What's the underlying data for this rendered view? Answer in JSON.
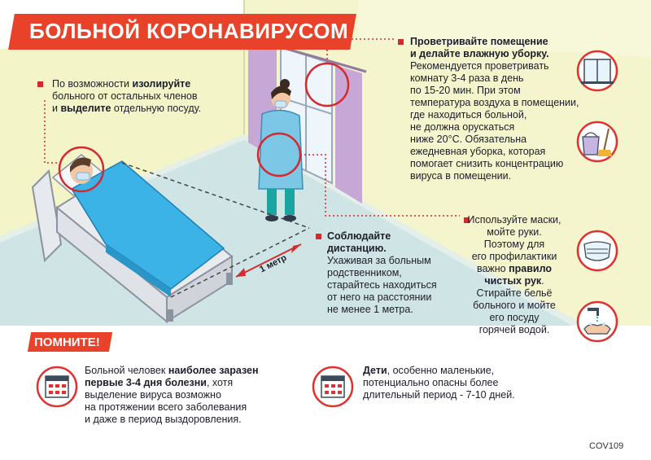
{
  "title": "БОЛЬНОЙ КОРОНАВИРУСОМ",
  "isolate": {
    "pre": "По возможности ",
    "b1": "изолируйте",
    "mid": "больного от остальных членов",
    "and": "и ",
    "b2": "выделите",
    "post": " отдельную посуду."
  },
  "ventilate": {
    "head1": "Проветривайте помещение",
    "head2": "и делайте влажную уборку.",
    "lines": [
      "Рекомендуется проветривать",
      "комнату 3-4 раза в день",
      "по 15-20 мин. При этом",
      "температура воздуха в помещении,",
      "где находиться больной,",
      "не должна оруcкаться",
      "ниже 20°C. Обязательна",
      "ежедневная уборка, которая",
      "помогает снизить концентрацию",
      "вируса в помещении."
    ]
  },
  "masks": {
    "lines": [
      "Используйте маски,",
      "мойте руки.",
      "Поэтому для",
      "его профилактики",
      "важно "
    ],
    "b1": "правило",
    "b2": "чистых рук",
    "after_b2": ".",
    "tail": [
      "Стирайте бельё",
      "больного и мойте",
      "его посуду",
      "горячей водой."
    ]
  },
  "distance": {
    "head1": "Соблюдайте",
    "head2": "дистанцию.",
    "lines": [
      "Ухаживая за больным",
      "родственником,",
      "старайтесь находиться",
      "от него на расстоянии",
      "не менее 1 метра."
    ],
    "meter": "1 метр"
  },
  "remember": "ПОМНИТЕ!",
  "fact1": {
    "pre": "Больной человек ",
    "b1": "наиболее заразен",
    "b2": "первые 3-4 дня болезни",
    "post": ", хотя",
    "lines": [
      "выделение вируса возможно",
      "на протяжении всего заболевания",
      "и даже в период выздоровления."
    ]
  },
  "fact2": {
    "b1": "Дети",
    "post": ", особенно маленькие,",
    "lines": [
      "потенциально опасны более",
      "длительный период - 7-10 дней."
    ]
  },
  "code": "COV109",
  "colors": {
    "accent": "#e8432a",
    "wall": "#f3f4c8",
    "floor": "#cfe5e5",
    "curtain": "#c7a7d6",
    "window": "#eef6fb",
    "blanket": "#3cb3e6"
  }
}
